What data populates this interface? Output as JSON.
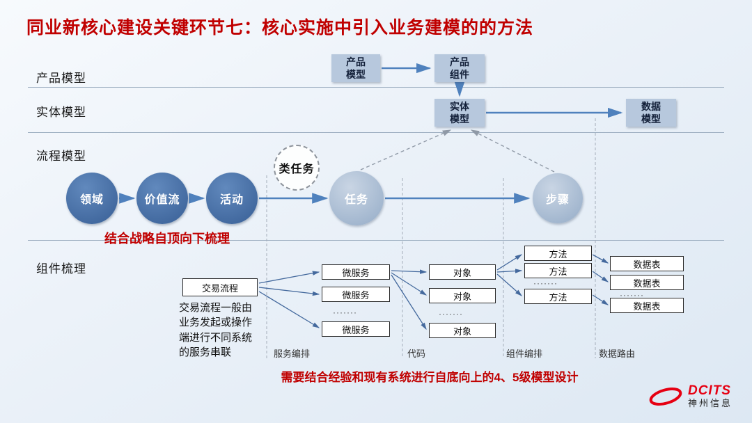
{
  "title": "同业新核心建设关键环节七：核心实施中引入业务建模的的方法",
  "lanes": {
    "product": "产品模型",
    "entity": "实体模型",
    "process": "流程模型",
    "component": "组件梳理"
  },
  "model_boxes": {
    "product_model": "产品\n模型",
    "product_component": "产品\n组件",
    "entity_model": "实体\n模型",
    "data_model": "数据\n模型"
  },
  "process_nodes": {
    "domain": "领域",
    "value_stream": "价值流",
    "activity": "活动",
    "task_class": "类任务",
    "task": "任务",
    "step": "步骤"
  },
  "notes": {
    "top_down": "结合战略自顶向下梳理",
    "bottom_up": "需要结合经验和现有系统进行自底向上的4、5级模型设计"
  },
  "component_flow": {
    "transaction_flow": "交易流程",
    "description": "交易流程一般由\n业务发起或操作\n端进行不同系统\n的服务串联",
    "microservices": [
      "微服务",
      "微服务",
      "微服务"
    ],
    "objects": [
      "对象",
      "对象",
      "对象"
    ],
    "methods": [
      "方法",
      "方法",
      "方法"
    ],
    "tables": [
      "数据表",
      "数据表",
      "数据表"
    ],
    "ellipsis": "·······"
  },
  "column_labels": {
    "service_orchestration": "服务编排",
    "code": "代码",
    "component_orchestration": "组件编排",
    "data_routing": "数据路由"
  },
  "logo": {
    "brand": "DCITS",
    "company": "神州信息"
  },
  "colors": {
    "title_red": "#c00000",
    "arrow_blue": "#4f81bd",
    "box_fill": "#b7c8dd",
    "dark_circle": "#42699f",
    "light_circle": "#9fb4cd",
    "logo_red": "#e60012"
  }
}
